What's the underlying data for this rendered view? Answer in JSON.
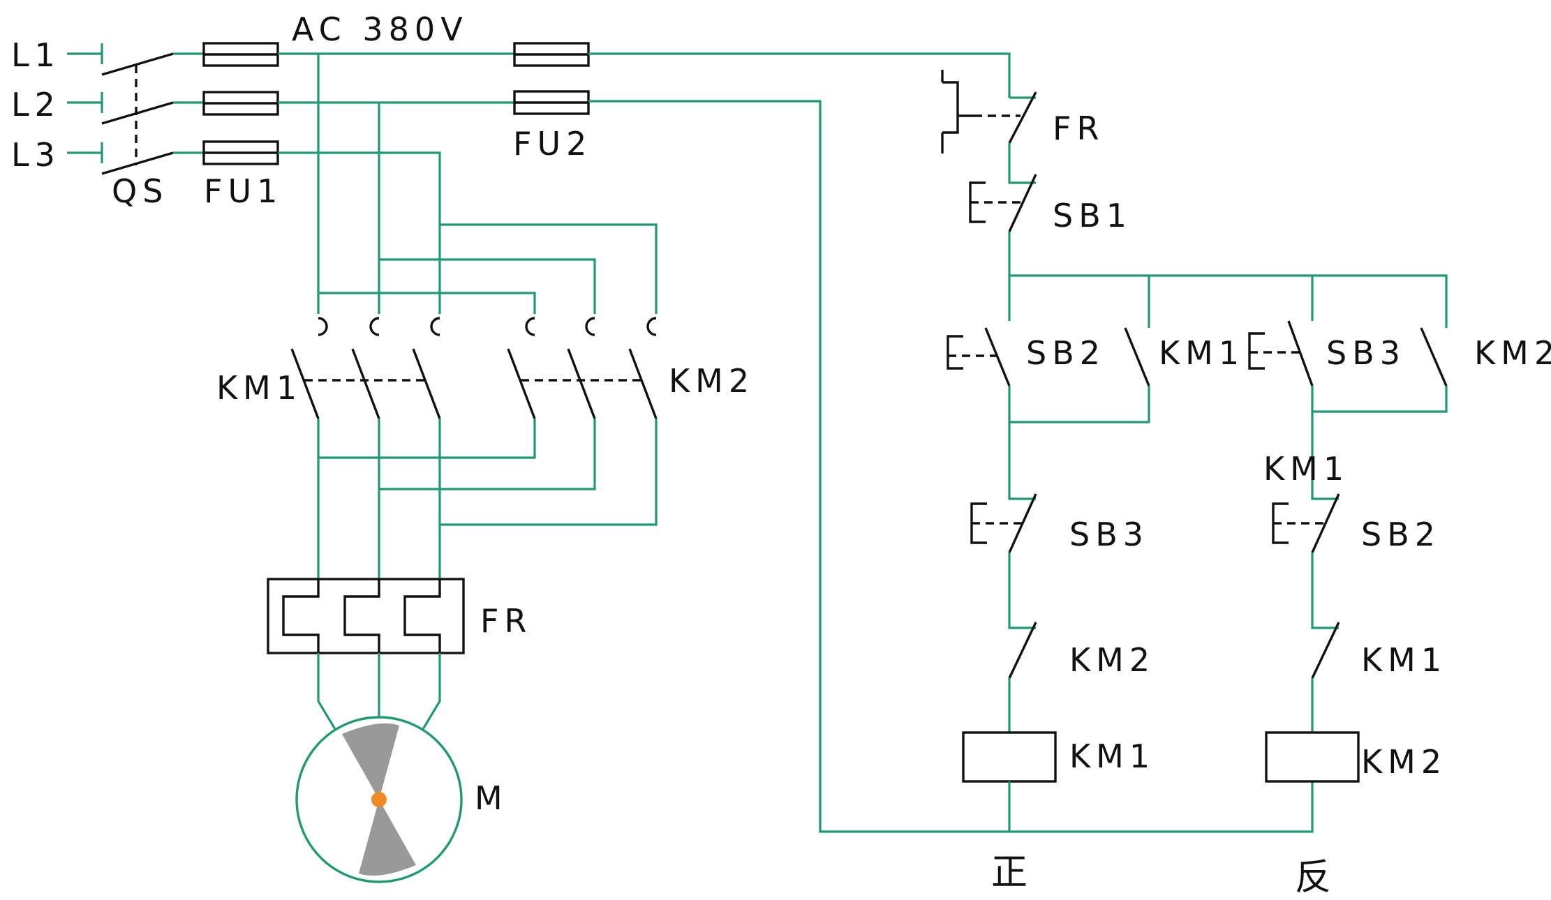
{
  "colors": {
    "wire": "#1e9b6e",
    "symbol": "#111111",
    "rotor": "#999999",
    "rotor_center": "#f08a24"
  },
  "labels": {
    "L1": "L1",
    "L2": "L2",
    "L3": "L3",
    "QS": "QS",
    "FU1": "FU1",
    "AC": "AC 380V",
    "FU2": "FU2",
    "FR_ctrl": "FR",
    "SB1": "SB1",
    "KM1_main": "KM1",
    "KM2_main": "KM2",
    "FR_main": "FR",
    "M": "M",
    "SB2_fwd": "SB2",
    "KM1_hold": "KM1",
    "SB3_rev": "SB3",
    "KM2_hold": "KM2",
    "KM1_rev_branch": "KM1",
    "SB3_interlock": "SB3",
    "SB2_interlock": "SB2",
    "KM2_interlock": "KM2",
    "KM1_interlock": "KM1",
    "KM1_coil": "KM1",
    "KM2_coil": "KM2",
    "forward": "正",
    "reverse": "反"
  }
}
